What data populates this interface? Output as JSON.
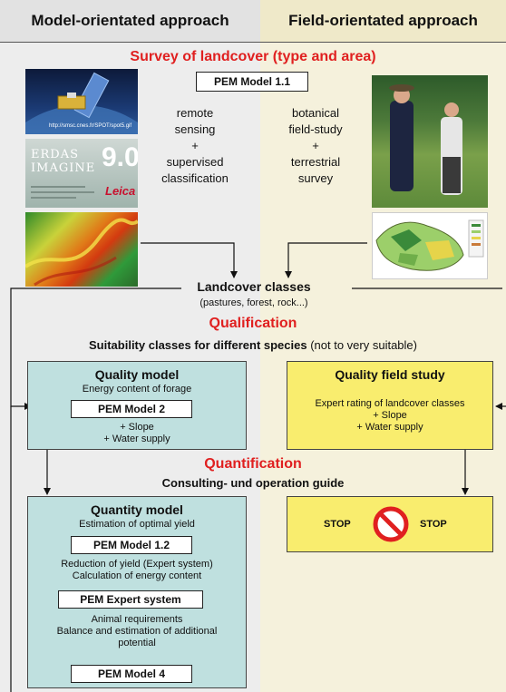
{
  "header": {
    "left_title": "Model-orientated approach",
    "right_title": "Field-orientated approach"
  },
  "survey": {
    "title": "Survey of landcover (type and area)",
    "pem_label": "PEM Model 1.1",
    "left_method": [
      "remote",
      "sensing",
      "+",
      "supervised",
      "classification"
    ],
    "right_method": [
      "botanical",
      "field-study",
      "+",
      "terrestrial",
      "survey"
    ],
    "satellite_caption": "http://smsc.cnes.fr/SPOT/spot5.gif",
    "erdas_label": "ERDAS IMAGINE",
    "erdas_version": "9.0",
    "leica_label": "Leica"
  },
  "landcover": {
    "title": "Landcover classes",
    "subtitle": "(pastures, forest, rock...)"
  },
  "qualification": {
    "title": "Qualification",
    "suitability_bold": "Suitability classes for different species",
    "suitability_rest": " (not to very suitable)"
  },
  "quality_model": {
    "title": "Quality model",
    "subtitle": "Energy content of forage",
    "pem_label": "PEM Model 2",
    "lines": [
      "+ Slope",
      "+ Water supply"
    ]
  },
  "quality_field": {
    "title": "Quality field study",
    "lines": [
      "Expert  rating of landcover classes",
      "+ Slope",
      "+ Water supply"
    ]
  },
  "quantification": {
    "title": "Quantification",
    "subtitle": "Consulting- und operation guide"
  },
  "quantity_model": {
    "title": "Quantity model",
    "subtitle": "Estimation of optimal yield",
    "pem_1": "PEM Model 1.2",
    "text_1": [
      "Reduction of yield (Expert system)",
      "Calculation of energy content"
    ],
    "pem_2": "PEM Expert system",
    "text_2": [
      "Animal requirements",
      "Balance and estimation of additional",
      "potential"
    ],
    "pem_3": "PEM Model 4"
  },
  "stop_box": {
    "left_label": "STOP",
    "right_label": "STOP"
  },
  "colors": {
    "accent_red": "#e02020",
    "teal_box": "#bfe0df",
    "yellow_box": "#f9ed6e",
    "left_bg": "#ededed",
    "right_bg": "#f5f1dc"
  }
}
